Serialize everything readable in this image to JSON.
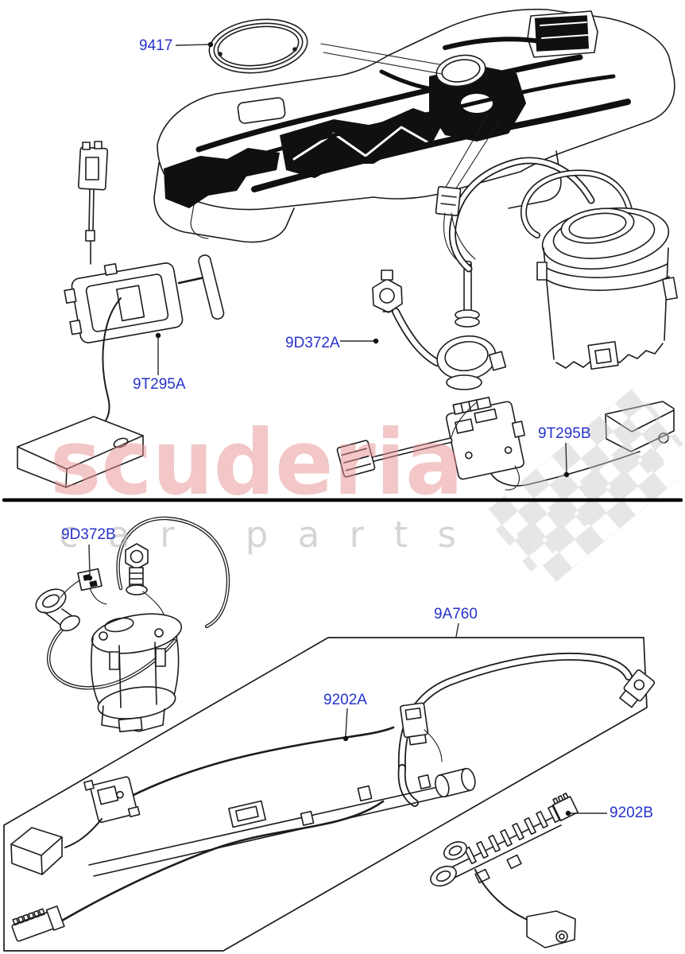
{
  "document": {
    "kind": "fuel-pump-and-sender-unit-parts-diagram",
    "background": "#ffffff",
    "sections": [
      {
        "id": "upper",
        "part_codes": [
          "9417",
          "9T295A",
          "9D372A",
          "9T295B"
        ]
      },
      {
        "id": "lower",
        "part_codes": [
          "9D372B",
          "9A760",
          "9202A",
          "9202B"
        ]
      }
    ]
  },
  "labels": {
    "p9417": {
      "text": "9417"
    },
    "p9T295A": {
      "text": "9T295A"
    },
    "p9D372A": {
      "text": "9D372A"
    },
    "p9T295B": {
      "text": "9T295B"
    },
    "p9D372B": {
      "text": "9D372B"
    },
    "p9A760": {
      "text": "9A760"
    },
    "p9202A": {
      "text": "9202A"
    },
    "p9202B": {
      "text": "9202B"
    }
  },
  "watermark": {
    "brand": "scuderia",
    "tagline": "car parts",
    "brand_color": "#e89090",
    "tagline_color": "#b9b9b9",
    "checker_color": "#c9c9c9"
  },
  "colors": {
    "label_blue": "#2633cc",
    "line_black": "#1c1c1c",
    "divider_black": "#000000"
  }
}
